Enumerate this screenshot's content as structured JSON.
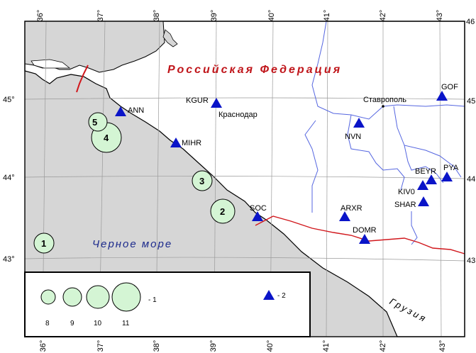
{
  "map": {
    "longitude_labels": [
      "36°",
      "37°",
      "38°",
      "39°",
      "40°",
      "41°",
      "42°",
      "43°",
      "46"
    ],
    "latitude_labels_right": [
      "45",
      "44",
      "43"
    ],
    "latitude_labels_left": [
      "45°",
      "44°",
      "43°"
    ],
    "regions": {
      "russia": "Российская Федерация",
      "black_sea": "Черное море",
      "georgia": "Грузия"
    },
    "cities": {
      "krasnodar": "Краснодар",
      "stavropol": "Ставрополь"
    },
    "stations": [
      {
        "code": "ANN"
      },
      {
        "code": "KGUR"
      },
      {
        "code": "GOF"
      },
      {
        "code": "MIHR"
      },
      {
        "code": "NVN"
      },
      {
        "code": "SOC"
      },
      {
        "code": "ARXR"
      },
      {
        "code": "DOMR"
      },
      {
        "code": "BEYR"
      },
      {
        "code": "PYA"
      },
      {
        "code": "KIV0"
      },
      {
        "code": "SHAR"
      }
    ],
    "clusters": [
      "1",
      "2",
      "3",
      "4",
      "5"
    ],
    "colors": {
      "station": "#0a14c8",
      "cluster_fill": "#d4f5d4",
      "land": "#ffffff",
      "sea": "#d6d6d6",
      "border_ru_ge": "#d1171c",
      "admin_border": "#5566e0"
    }
  },
  "legend": {
    "circle_values": [
      "8",
      "9",
      "10",
      "11"
    ],
    "circle_caption": "- 1",
    "station_caption": "- 2"
  }
}
